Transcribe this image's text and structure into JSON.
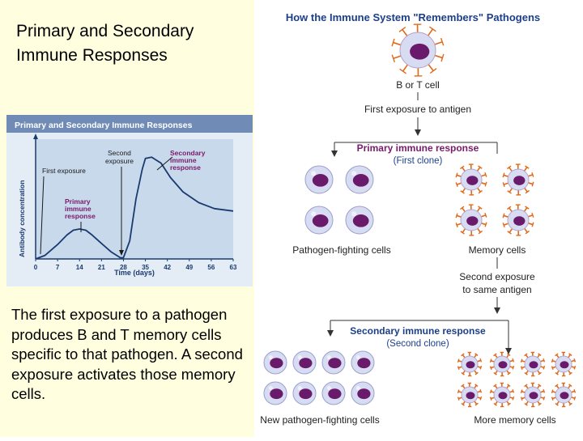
{
  "slide": {
    "title": "Primary and Secondary Immune Responses",
    "caption": "The first exposure to a pathogen produces B and T memory cells specific to that pathogen. A second exposure activates those memory cells."
  },
  "graph": {
    "header": "Primary and Secondary Immune Responses",
    "annotations": {
      "first_exposure": "First exposure",
      "second_exposure_line1": "Second",
      "second_exposure_line2": "exposure",
      "primary_line1": "Primary",
      "primary_line2": "immune",
      "primary_line3": "response",
      "secondary_line1": "Secondary",
      "secondary_line2": "immune",
      "secondary_line3": "response"
    },
    "colors": {
      "header_bg": "#6f8bb6",
      "plot_bg": "#c8d9ec",
      "frame_bg": "#e4edf6",
      "curve": "#1a3a6e",
      "label": "#7a1a6a"
    }
  },
  "chart_data": {
    "type": "line",
    "title": "Primary and Secondary Immune Responses",
    "xlabel": "Time (days)",
    "ylabel": "Antibody concentration",
    "x_ticks": [
      0,
      7,
      14,
      21,
      28,
      35,
      42,
      49,
      56,
      63
    ],
    "xlim": [
      0,
      63
    ],
    "ylim": [
      0,
      100
    ],
    "series": [
      {
        "x": [
          0,
          3,
          7,
          10,
          12,
          14,
          16,
          18,
          21,
          24,
          27,
          28,
          30,
          32,
          34,
          35,
          37,
          40,
          43,
          47,
          52,
          57,
          63
        ],
        "values": [
          0,
          3,
          12,
          20,
          24,
          25,
          24,
          20,
          13,
          6,
          1,
          1,
          15,
          50,
          75,
          84,
          85,
          80,
          68,
          56,
          47,
          42,
          40
        ]
      }
    ]
  },
  "diagram": {
    "title": "How the Immune System \"Remembers\" Pathogens",
    "b_or_t_cell": "B or T cell",
    "first_exposure": "First exposure to antigen",
    "primary_response": "Primary immune response",
    "first_clone": "(First clone)",
    "pathogen_fighting": "Pathogen-fighting cells",
    "memory_cells": "Memory cells",
    "second_exposure_line1": "Second exposure",
    "second_exposure_line2": "to same antigen",
    "secondary_response": "Secondary immune response",
    "second_clone": "(Second clone)",
    "new_pathogen_fighting": "New pathogen-fighting cells",
    "more_memory_cells": "More memory cells",
    "colors": {
      "title": "#1c3f8a",
      "response": "#7a1a6a",
      "clone": "#1c3f8a",
      "cell_body": "#d8dcf3",
      "nucleus": "#6a1a6a",
      "spike": "#e06a1a",
      "arrow": "#333333"
    }
  }
}
